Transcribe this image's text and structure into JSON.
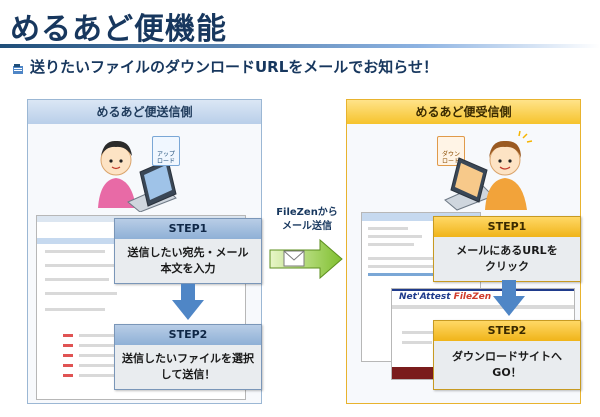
{
  "header": {
    "title": "めるあど便機能",
    "subtitle": "送りたいファイルのダウンロードURLをメールでお知らせ！"
  },
  "left_panel": {
    "heading": "めるあど便送信側",
    "doc_label_1": "アップ",
    "doc_label_2": "ロード",
    "step1": {
      "title": "STEP1",
      "line1": "送信したい宛先・メール",
      "line2": "本文を入力"
    },
    "step2": {
      "title": "STEP2",
      "line1": "送信したいファイルを選択",
      "line2": "して送信！"
    }
  },
  "center": {
    "line1": "FileZenから",
    "line2": "メール送信"
  },
  "right_panel": {
    "heading": "めるあど便受信側",
    "doc_label_1": "ダウン",
    "doc_label_2": "ロード",
    "step1": {
      "title": "STEP1",
      "line1": "メールにあるURLを",
      "line2": "クリック"
    },
    "step2": {
      "title": "STEP2",
      "line1": "ダウンロードサイトへGO！"
    },
    "logo_prefix": "Net'Attest ",
    "logo_name": "FileZen"
  },
  "colors": {
    "title": "#17375e",
    "sender_accent": "#8fb0d6",
    "receiver_accent": "#f0b419",
    "arrow": "#4f86c6"
  }
}
